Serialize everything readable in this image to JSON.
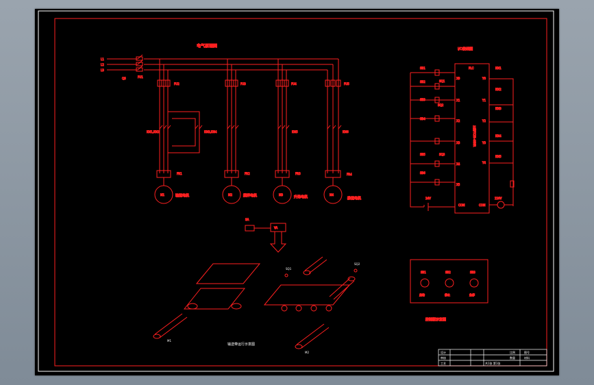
{
  "colors": {
    "line": "#ff2020",
    "text": "#ffffff",
    "paper": "#000000",
    "frame": "#ffffff"
  },
  "main_title": "电气原理图",
  "plc_title": "I/O接线图",
  "plc_label": "PLC",
  "plc_body_text": "三菱FX2N-48MR",
  "supply_labels": [
    "L1",
    "L2",
    "L3"
  ],
  "qs_label": "QS",
  "fu1_label": "FU1",
  "branch_fuse_labels": [
    "FU2",
    "FU3",
    "FU4",
    "FU5"
  ],
  "km_labels": [
    "KM1,KM2",
    "KM3,KM4",
    "KM5",
    "KM6"
  ],
  "fr_labels": [
    "FR1",
    "FR2",
    "FR3",
    "FR4"
  ],
  "motor_labels": [
    "M1",
    "M2",
    "M3",
    "M4"
  ],
  "motor_names": [
    "输送电机",
    "搅拌电机",
    "升降电机",
    "推送电机"
  ],
  "sensor_labels": [
    "SA",
    "VA"
  ],
  "inputs": [
    "SB1",
    "SB2",
    "SB3",
    "SB4",
    "SB5",
    "SB6"
  ],
  "input_ports": [
    "X0",
    "X1",
    "X2",
    "X3",
    "X4",
    "X5"
  ],
  "input_sources": [
    "SQ1",
    "SQ2",
    "SQ3"
  ],
  "output_ports": [
    "Y0",
    "Y1",
    "Y2",
    "Y3",
    "Y4"
  ],
  "output_coils": [
    "KM1",
    "KM2",
    "KM3",
    "KM4",
    "KM5"
  ],
  "plc_power": [
    "24V",
    "COM",
    "COM",
    "220V"
  ],
  "panel_labels": [
    "SB1",
    "SB2",
    "SB3"
  ],
  "panel_captions": [
    "启动",
    "停止",
    "急停"
  ],
  "panel_title": "控制柜示意图",
  "conveyor_title": "输送带运行示意图",
  "conveyor_motor_labels": [
    "M1",
    "M2"
  ],
  "sensor_tags": [
    "SQ1",
    "SQ2"
  ],
  "title_block": {
    "rows": [
      "设计",
      "审核",
      "工艺"
    ],
    "fields": [
      "比例",
      "图号",
      "数量",
      "材料"
    ],
    "footer": "共1张 第1张"
  }
}
